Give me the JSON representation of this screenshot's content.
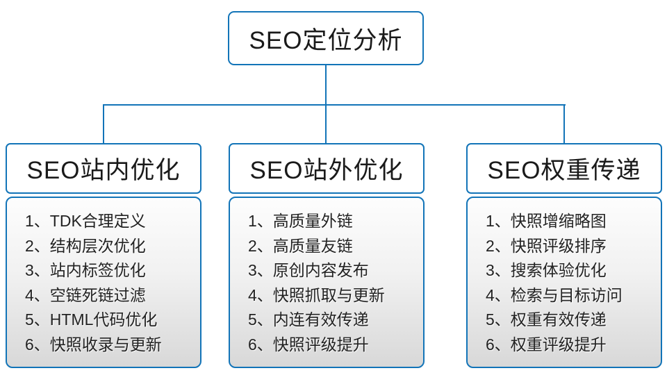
{
  "diagram": {
    "title": "SEO定位分析",
    "root": {
      "label": "SEO定位分析"
    },
    "columns": [
      {
        "title": "SEO站内优化",
        "items": [
          "1、TDK合理定义",
          "2、结构层次优化",
          "3、站内标签优化",
          "4、空链死链过滤",
          "5、HTML代码优化",
          "6、快照收录与更新"
        ]
      },
      {
        "title": "SEO站外优化",
        "items": [
          "1、高质量外链",
          "2、高质量友链",
          "3、原创内容发布",
          "4、快照抓取与更新",
          "5、内连有效传递",
          "6、快照评级提升"
        ]
      },
      {
        "title": "SEO权重传递",
        "items": [
          "1、快照增缩略图",
          "2、快照评级排序",
          "3、搜索体验优化",
          "4、检索与目标访问",
          "5、权重有效传递",
          "6、权重评级提升"
        ]
      }
    ]
  },
  "colors": {
    "accent_blue": "#1274b8",
    "panel_gradient_top": "#fdfdfd",
    "panel_gradient_bottom": "#d8d8d8",
    "text": "#1a1a1a",
    "background": "#ffffff"
  }
}
